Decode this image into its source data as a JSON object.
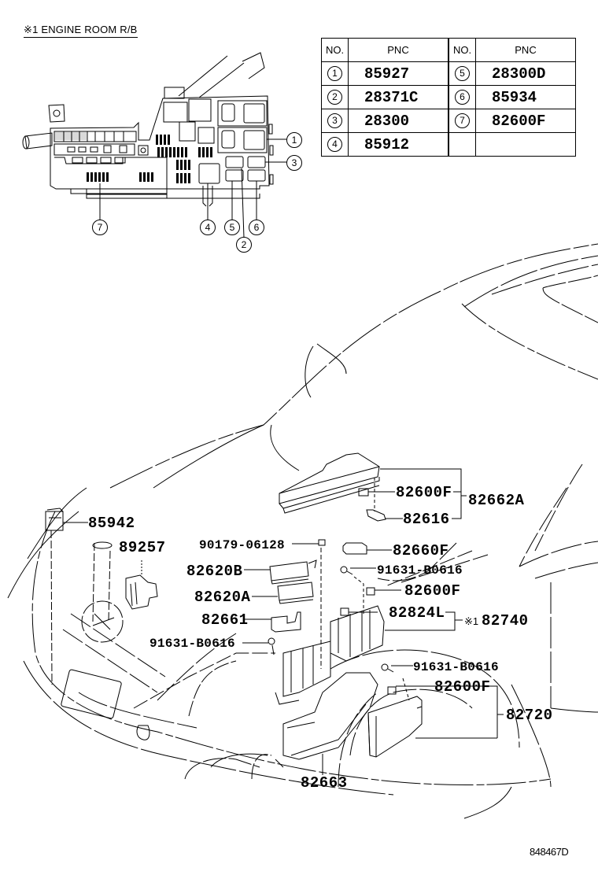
{
  "diagram": {
    "title": "※1 ENGINE ROOM R/B",
    "reference_code": "848467D"
  },
  "pnc_table": {
    "headers": {
      "no": "NO.",
      "pnc": "PNC"
    },
    "rows": [
      {
        "left_no": "1",
        "left_pnc": "85927",
        "right_no": "5",
        "right_pnc": "28300D"
      },
      {
        "left_no": "2",
        "left_pnc": "28371C",
        "right_no": "6",
        "right_pnc": "85934"
      },
      {
        "left_no": "3",
        "left_pnc": "28300",
        "right_no": "7",
        "right_pnc": "82600F"
      },
      {
        "left_no": "4",
        "left_pnc": "85912",
        "right_no": "",
        "right_pnc": ""
      }
    ]
  },
  "relay_block_callouts": [
    "1",
    "2",
    "3",
    "4",
    "5",
    "6",
    "7"
  ],
  "part_labels": {
    "p85942": "85942",
    "p89257": "89257",
    "p90179": "90179-06128",
    "p82620B": "82620B",
    "p82620A": "82620A",
    "p82661": "82661",
    "p91631_left": "91631-B0616",
    "p82600F_top": "82600F",
    "p82616": "82616",
    "p82662A": "82662A",
    "p82660F": "82660F",
    "p91631_mid": "91631-B0616",
    "p82600F_mid": "82600F",
    "p82824L": "82824L",
    "p82740": "82740",
    "p82740_marker": "※1",
    "p91631_low": "91631-B0616",
    "p82600F_low": "82600F",
    "p82720": "82720",
    "p82663": "82663"
  }
}
